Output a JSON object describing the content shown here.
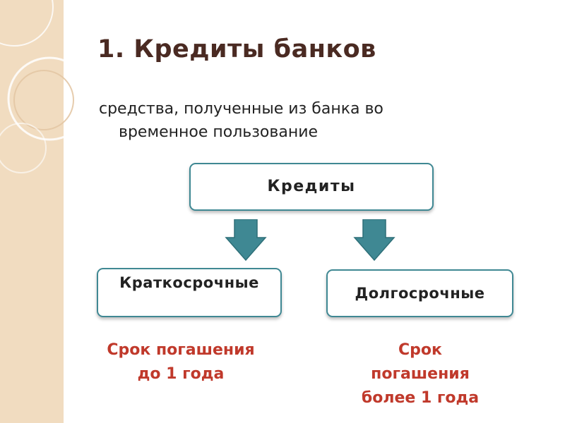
{
  "slide": {
    "title": "1. Кредиты банков",
    "subtitle_line1": "средства, полученные из банка во",
    "subtitle_line2": "временное пользование"
  },
  "diagram": {
    "root_label": "Кредиты",
    "left_label": "Краткосрочные",
    "right_label": "Долгосрочные",
    "left_note": [
      "Срок погашения",
      "до 1 года"
    ],
    "right_note": [
      "Срок",
      "погашения",
      "более 1 года"
    ]
  },
  "colors": {
    "title": "#4a2a22",
    "box_border": "#3f8893",
    "arrow_fill": "#3f8893",
    "note_text": "#c0392b",
    "side_band": "#f1dcc0"
  }
}
